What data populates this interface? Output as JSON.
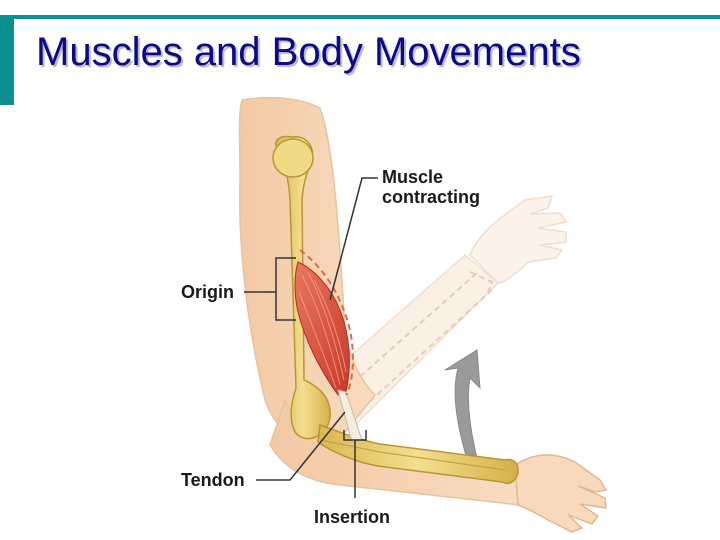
{
  "slide": {
    "title": "Muscles and Body Movements"
  },
  "labels": {
    "muscle_contracting_line1": "Muscle",
    "muscle_contracting_line2": "contracting",
    "origin": "Origin",
    "tendon": "Tendon",
    "insertion": "Insertion"
  },
  "colors": {
    "accent_bar": "#0b8f8f",
    "title": "#0a0a8a",
    "skin": "#f5d2b0",
    "bone": "#ecd27a",
    "muscle": "#d8503c",
    "arrow": "#9a9a9a"
  }
}
